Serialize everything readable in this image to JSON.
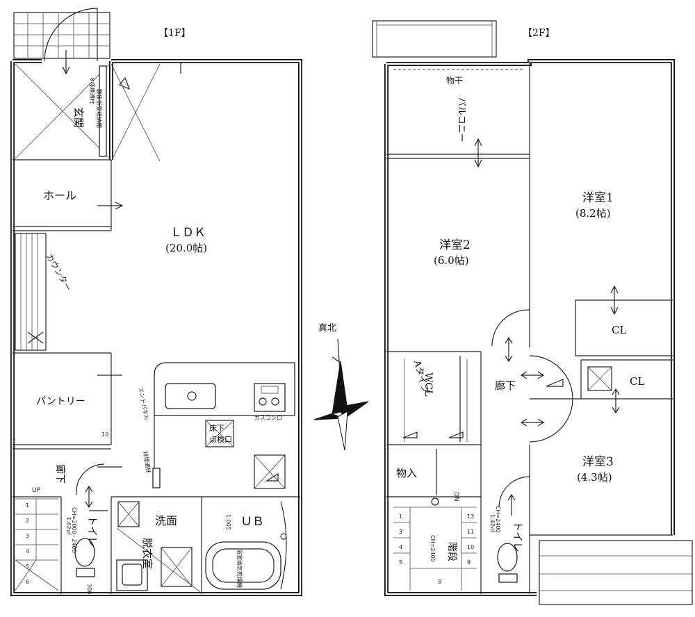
{
  "floor1": {
    "title": "【1F】",
    "rooms": {
      "genkan": "玄関",
      "hall": "ホール",
      "ldk": "ＬＤＫ",
      "ldk_size": "(20.0帖)",
      "counter": "カウンター",
      "pantry": "パントリー",
      "corridor": "廊下",
      "toilet": "トイレ",
      "wash": "洗面",
      "dressing": "脱衣室",
      "ub": "ＵＢ"
    },
    "notes": {
      "exhaust_top": "※排煙通柱",
      "shoe": "腰掛折畳収納棚",
      "endpanel": "エンドパネル",
      "gas": "ガスコンロ",
      "underfloor_1": "床下",
      "underfloor_2": "点検口",
      "exhaust_kitchen": "排煙通柱",
      "up": "UP",
      "stair_dim": "1.62㎡",
      "ch": "CH=2000~2400",
      "w300": "300",
      "ub_dim": "1.005",
      "bath": "浴室換気乾燥機",
      "n10": "10"
    }
  },
  "floor2": {
    "title": "【2F】",
    "rooms": {
      "balcony": "バルコニー",
      "monohoshi": "物干",
      "youshitsu1": "洋室1",
      "youshitsu1_size": "(8.2帖)",
      "youshitsu2": "洋室2",
      "youshitsu2_size": "(6.0帖)",
      "youshitsu3": "洋室3",
      "youshitsu3_size": "(4.3帖)",
      "cl1": "CL",
      "cl2": "CL",
      "wcl": "WCL",
      "wcl_type": "Aタイプ",
      "corridor": "廊下",
      "storage": "物入",
      "toilet": "トイレ",
      "stairs": "階段"
    },
    "notes": {
      "dn": "DN",
      "stair_dim": "1.42㎡",
      "ch": "CH=2400",
      "ch2": "CH=2400"
    }
  },
  "compass": {
    "label": "真北"
  }
}
